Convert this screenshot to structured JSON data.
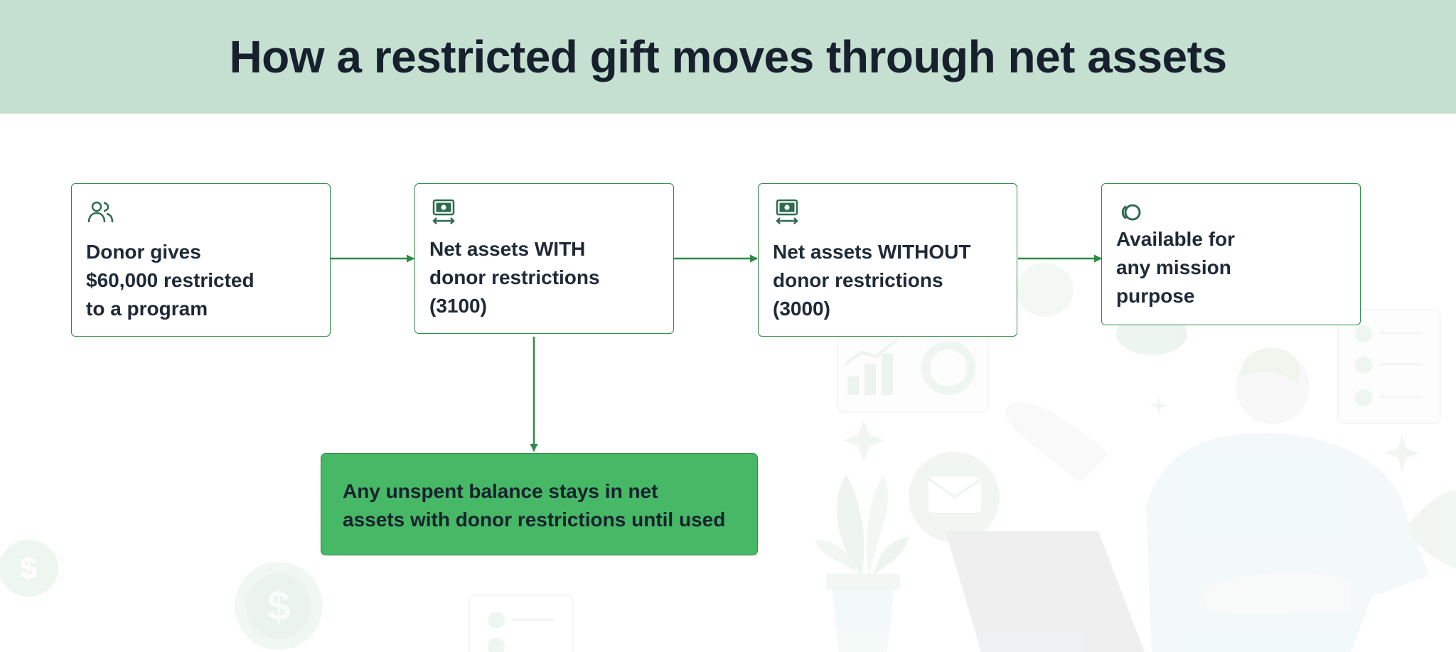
{
  "title": "How a restricted gift moves through net assets",
  "colors": {
    "header_bg": "#c5e0d0",
    "box_border": "#2e8b47",
    "note_fill": "#46b866",
    "text": "#1f2a37",
    "icon": "#2f6b4f"
  },
  "steps": [
    {
      "icon": "people-icon",
      "label": "Donor gives\n$60,000 restricted\nto a program"
    },
    {
      "icon": "cash-icon",
      "label": "Net assets WITH\ndonor restrictions\n(3100)"
    },
    {
      "icon": "cash-icon",
      "label": "Net assets WITHOUT\ndonor restrictions\n(3000)"
    },
    {
      "icon": "coins-icon",
      "label": "Available for\nany mission\npurpose"
    }
  ],
  "note": {
    "label": "Any unspent balance stays in net\nassets with donor restrictions until used"
  }
}
